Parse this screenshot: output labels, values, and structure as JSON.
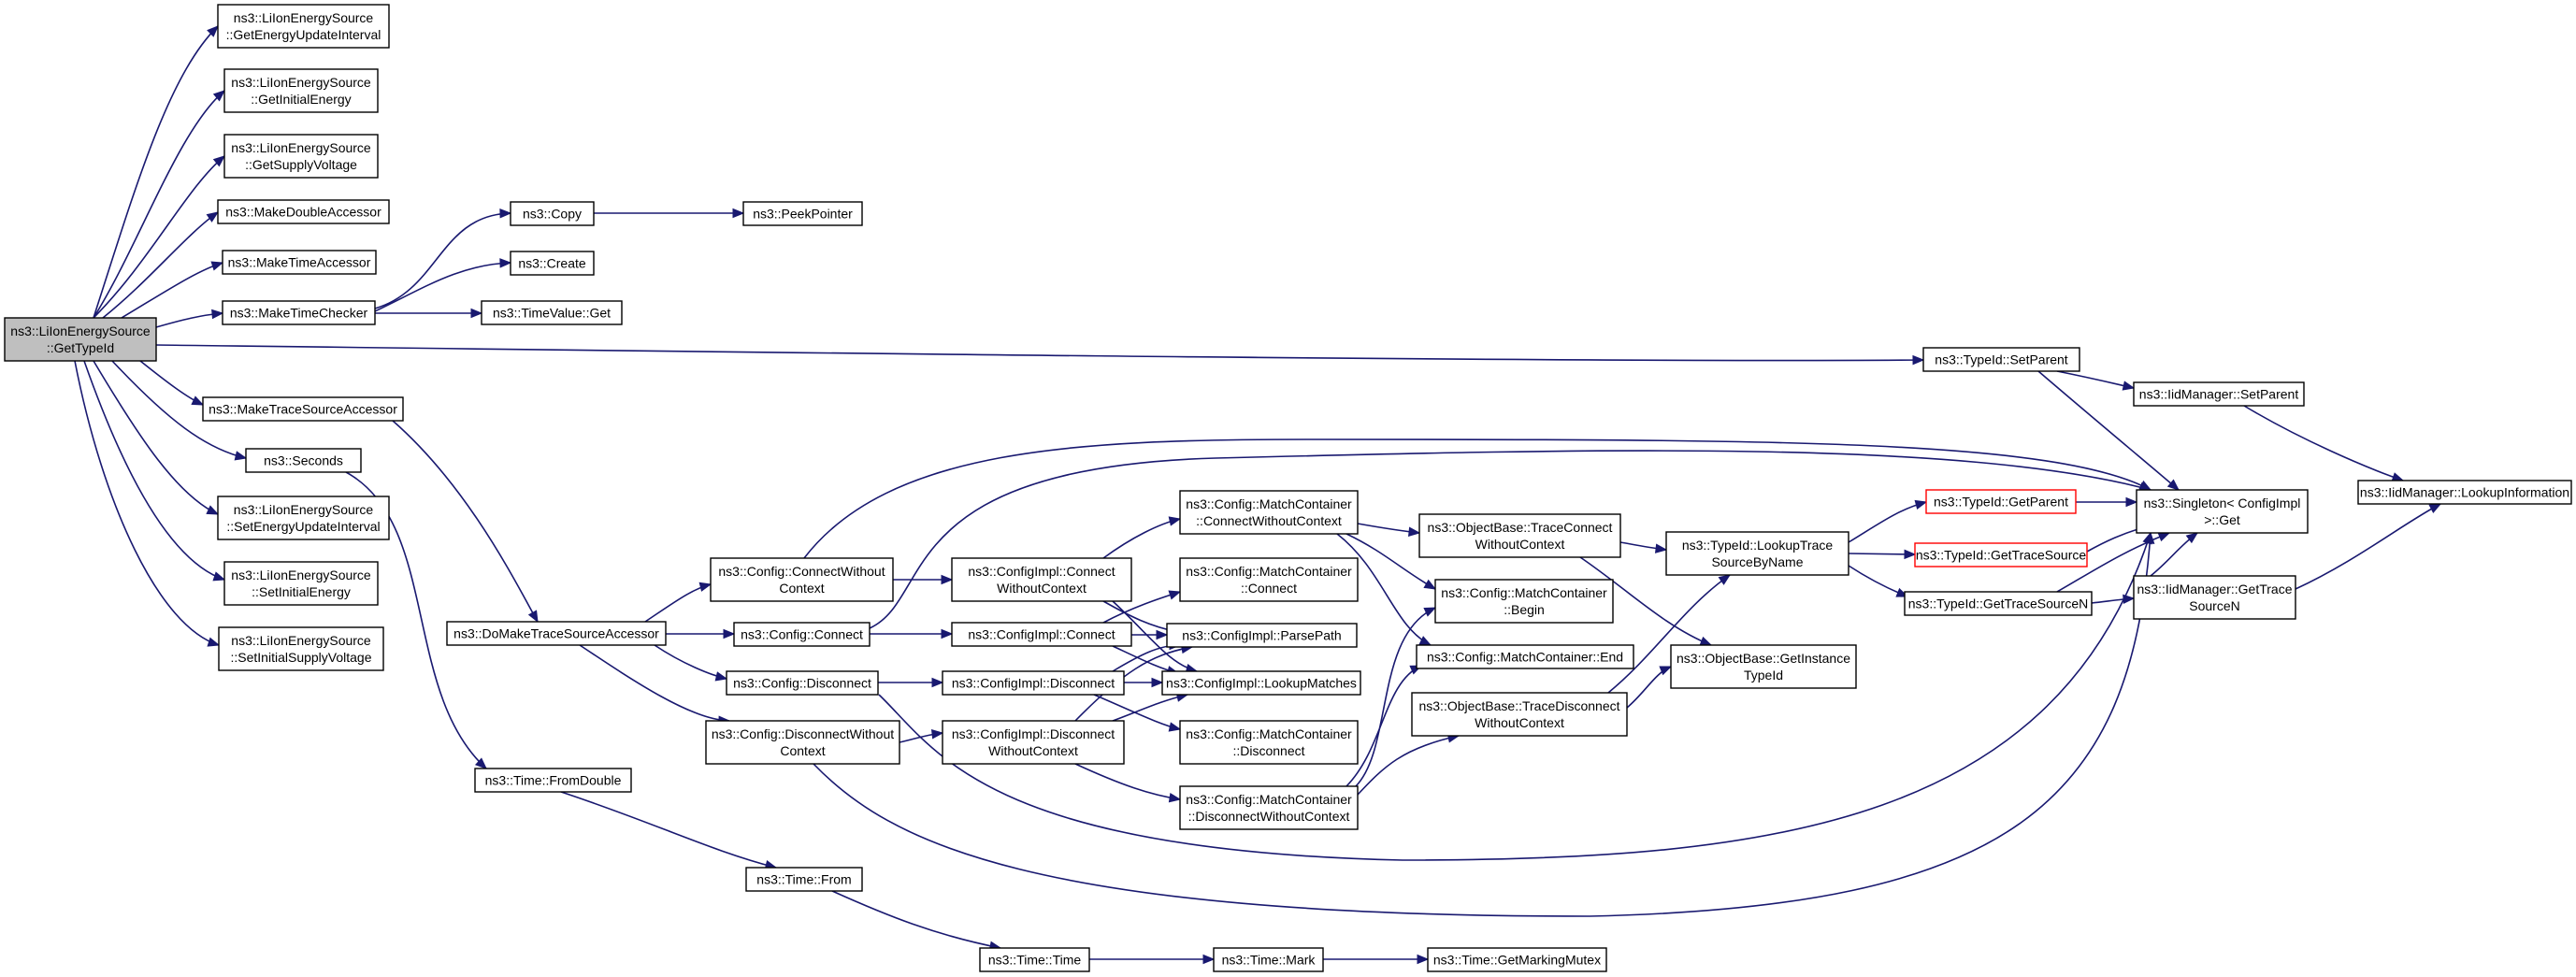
{
  "colors": {
    "edge": "#191970",
    "root_fill": "#bfbfbf",
    "box_border": "#000000",
    "highlight_border": "#ff0000"
  },
  "nodes": {
    "root": [
      "ns3::LiIonEnergySource",
      "::GetTypeId"
    ],
    "getEnergyUpdateInterval": [
      "ns3::LiIonEnergySource",
      "::GetEnergyUpdateInterval"
    ],
    "getInitialEnergy": [
      "ns3::LiIonEnergySource",
      "::GetInitialEnergy"
    ],
    "getSupplyVoltage": [
      "ns3::LiIonEnergySource",
      "::GetSupplyVoltage"
    ],
    "makeDoubleAccessor": [
      "ns3::MakeDoubleAccessor"
    ],
    "makeTimeAccessor": [
      "ns3::MakeTimeAccessor"
    ],
    "makeTimeChecker": [
      "ns3::MakeTimeChecker"
    ],
    "copy": [
      "ns3::Copy"
    ],
    "peekPointer": [
      "ns3::PeekPointer"
    ],
    "create": [
      "ns3::Create"
    ],
    "timeValueGet": [
      "ns3::TimeValue::Get"
    ],
    "makeTraceSourceAccessor": [
      "ns3::MakeTraceSourceAccessor"
    ],
    "seconds": [
      "ns3::Seconds"
    ],
    "setEnergyUpdateInterval": [
      "ns3::LiIonEnergySource",
      "::SetEnergyUpdateInterval"
    ],
    "setInitialEnergy": [
      "ns3::LiIonEnergySource",
      "::SetInitialEnergy"
    ],
    "setInitialSupplyVoltage": [
      "ns3::LiIonEnergySource",
      "::SetInitialSupplyVoltage"
    ],
    "doMakeTraceSourceAccessor": [
      "ns3::DoMakeTraceSourceAccessor"
    ],
    "timeFromDouble": [
      "ns3::Time::FromDouble"
    ],
    "timeFrom": [
      "ns3::Time::From"
    ],
    "timeTime": [
      "ns3::Time::Time"
    ],
    "timeMark": [
      "ns3::Time::Mark"
    ],
    "getMarkingMutex": [
      "ns3::Time::GetMarkingMutex"
    ],
    "configConnectWithoutContext": [
      "ns3::Config::ConnectWithout",
      "Context"
    ],
    "configConnect": [
      "ns3::Config::Connect"
    ],
    "configDisconnect": [
      "ns3::Config::Disconnect"
    ],
    "configDisconnectWithoutContext": [
      "ns3::Config::DisconnectWithout",
      "Context"
    ],
    "implConnectWithoutContext": [
      "ns3::ConfigImpl::Connect",
      "WithoutContext"
    ],
    "implConnect": [
      "ns3::ConfigImpl::Connect"
    ],
    "implDisconnect": [
      "ns3::ConfigImpl::Disconnect"
    ],
    "implDisconnectWithoutContext": [
      "ns3::ConfigImpl::Disconnect",
      "WithoutContext"
    ],
    "mcConnectWithoutContext": [
      "ns3::Config::MatchContainer",
      "::ConnectWithoutContext"
    ],
    "mcConnect": [
      "ns3::Config::MatchContainer",
      "::Connect"
    ],
    "parsePath": [
      "ns3::ConfigImpl::ParsePath"
    ],
    "lookupMatches": [
      "ns3::ConfigImpl::LookupMatches"
    ],
    "mcDisconnect": [
      "ns3::Config::MatchContainer",
      "::Disconnect"
    ],
    "mcDisconnectWithoutContext": [
      "ns3::Config::MatchContainer",
      "::DisconnectWithoutContext"
    ],
    "obTraceConnectWithoutContext": [
      "ns3::ObjectBase::TraceConnect",
      "WithoutContext"
    ],
    "mcBegin": [
      "ns3::Config::MatchContainer",
      "::Begin"
    ],
    "mcEnd": [
      "ns3::Config::MatchContainer::End"
    ],
    "obTraceDisconnectWithoutContext": [
      "ns3::ObjectBase::TraceDisconnect",
      "WithoutContext"
    ],
    "obGetInstanceTypeId": [
      "ns3::ObjectBase::GetInstance",
      "TypeId"
    ],
    "lookupTraceSourceByName": [
      "ns3::TypeId::LookupTrace",
      "SourceByName"
    ],
    "typeIdSetParent": [
      "ns3::TypeId::SetParent"
    ],
    "typeIdGetParent": [
      "ns3::TypeId::GetParent"
    ],
    "typeIdGetTraceSource": [
      "ns3::TypeId::GetTraceSource"
    ],
    "typeIdGetTraceSourceN": [
      "ns3::TypeId::GetTraceSourceN"
    ],
    "iidSetParent": [
      "ns3::IidManager::SetParent"
    ],
    "iidGetTraceSourceN": [
      "ns3::IidManager::GetTrace",
      "SourceN"
    ],
    "singletonGet": [
      "ns3::Singleton< ConfigImpl",
      " >::Get"
    ],
    "iidLookupInformation": [
      "ns3::IidManager::LookupInformation"
    ]
  }
}
